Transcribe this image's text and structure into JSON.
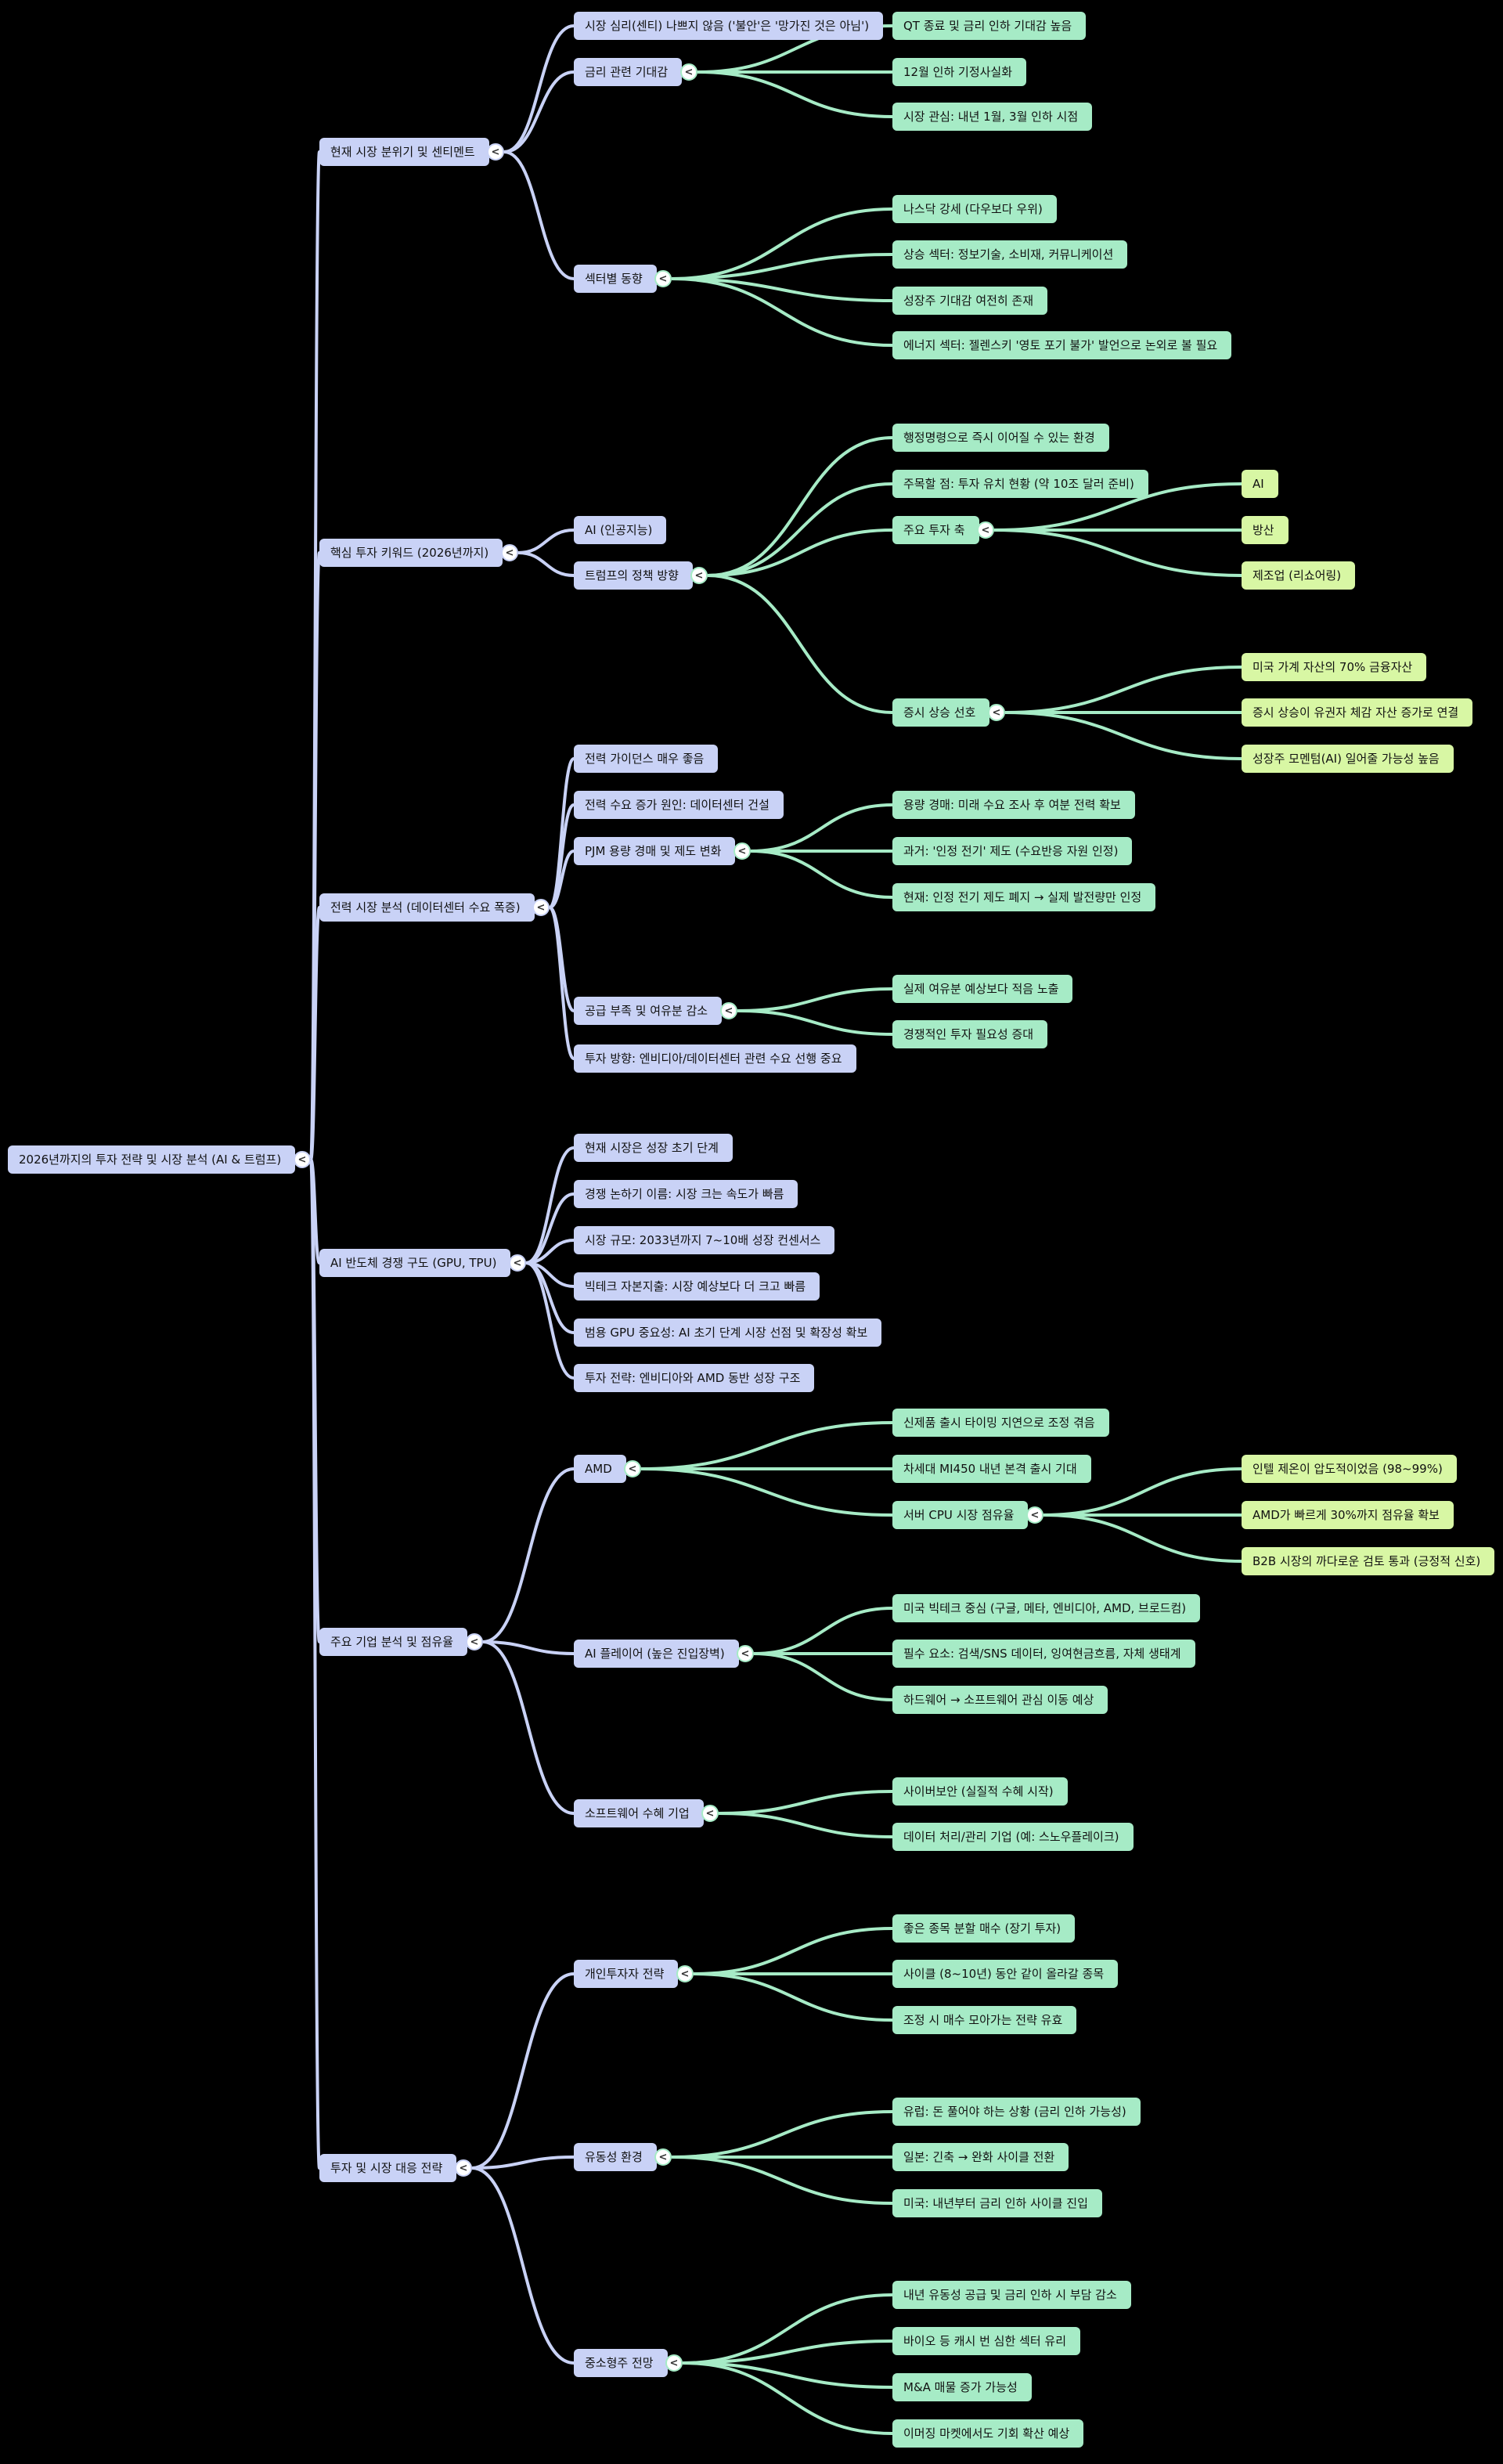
{
  "colors": {
    "background": "#000000",
    "branch_blue": "#c9d2f6",
    "branch_green": "#a6ebc6",
    "leaf_lime": "#d8f7a4"
  },
  "toggle_icon": "<",
  "mindmap": {
    "root": {
      "label": "2026년까지의 투자 전략 및 시장 분석 (AI & 트럼프)",
      "children": [
        {
          "label": "현재 시장 분위기 및 센티멘트",
          "children": [
            {
              "label": "시장 심리(센티) 나쁘지 않음 ('불안'은 '망가진 것은 아님')"
            },
            {
              "label": "금리 관련 기대감",
              "children": [
                {
                  "label": "QT 종료 및 금리 인하 기대감 높음"
                },
                {
                  "label": "12월 인하 기정사실화"
                },
                {
                  "label": "시장 관심: 내년 1월, 3월 인하 시점"
                }
              ]
            },
            {
              "label": "섹터별 동향",
              "children": [
                {
                  "label": "나스닥 강세 (다우보다 우위)"
                },
                {
                  "label": "상승 섹터: 정보기술, 소비재, 커뮤니케이션"
                },
                {
                  "label": "성장주 기대감 여전히 존재"
                },
                {
                  "label": "에너지 섹터: 젤렌스키 '영토 포기 불가' 발언으로 논외로 볼 필요"
                }
              ]
            }
          ]
        },
        {
          "label": "핵심 투자 키워드 (2026년까지)",
          "children": [
            {
              "label": "AI (인공지능)"
            },
            {
              "label": "트럼프의 정책 방향",
              "children": [
                {
                  "label": "행정명령으로 즉시 이어질 수 있는 환경"
                },
                {
                  "label": "주목할 점: 투자 유치 현황 (약 10조 달러 준비)"
                },
                {
                  "label": "주요 투자 축",
                  "children": [
                    {
                      "label": "AI"
                    },
                    {
                      "label": "방산"
                    },
                    {
                      "label": "제조업 (리쇼어링)"
                    }
                  ]
                },
                {
                  "label": "증시 상승 선호",
                  "children": [
                    {
                      "label": "미국 가계 자산의 70% 금융자산"
                    },
                    {
                      "label": "증시 상승이 유권자 체감 자산 증가로 연결"
                    },
                    {
                      "label": "성장주 모멘텀(AI) 일어줄 가능성 높음"
                    }
                  ]
                }
              ]
            }
          ]
        },
        {
          "label": "전력 시장 분석 (데이터센터 수요 폭증)",
          "children": [
            {
              "label": "전력 가이던스 매우 좋음"
            },
            {
              "label": "전력 수요 증가 원인: 데이터센터 건설"
            },
            {
              "label": "PJM 용량 경매 및 제도 변화",
              "children": [
                {
                  "label": "용량 경매: 미래 수요 조사 후 여분 전력 확보"
                },
                {
                  "label": "과거: '인정 전기' 제도 (수요반응 자원 인정)"
                },
                {
                  "label": "현재: 인정 전기 제도 폐지 → 실제 발전량만 인정"
                }
              ]
            },
            {
              "label": "공급 부족 및 여유분 감소",
              "children": [
                {
                  "label": "실제 여유분 예상보다 적음 노출"
                },
                {
                  "label": "경쟁적인 투자 필요성 증대"
                }
              ]
            },
            {
              "label": "투자 방향: 엔비디아/데이터센터 관련 수요 선행 중요"
            }
          ]
        },
        {
          "label": "AI 반도체 경쟁 구도 (GPU, TPU)",
          "children": [
            {
              "label": "현재 시장은 성장 초기 단계"
            },
            {
              "label": "경쟁 논하기 이름: 시장 크는 속도가 빠름"
            },
            {
              "label": "시장 규모: 2033년까지 7~10배 성장 컨센서스"
            },
            {
              "label": "빅테크 자본지출: 시장 예상보다 더 크고 빠름"
            },
            {
              "label": "범용 GPU 중요성: AI 초기 단계 시장 선점 및 확장성 확보"
            },
            {
              "label": "투자 전략: 엔비디아와 AMD 동반 성장 구조"
            }
          ]
        },
        {
          "label": "주요 기업 분석 및 점유율",
          "children": [
            {
              "label": "AMD",
              "children": [
                {
                  "label": "신제품 출시 타이밍 지연으로 조정 겪음"
                },
                {
                  "label": "차세대 MI450 내년 본격 출시 기대"
                },
                {
                  "label": "서버 CPU 시장 점유율",
                  "children": [
                    {
                      "label": "인텔 제온이 압도적이었음 (98~99%)"
                    },
                    {
                      "label": "AMD가 빠르게 30%까지 점유율 확보"
                    },
                    {
                      "label": "B2B 시장의 까다로운 검토 통과 (긍정적 신호)"
                    }
                  ]
                }
              ]
            },
            {
              "label": "AI 플레이어 (높은 진입장벽)",
              "children": [
                {
                  "label": "미국 빅테크 중심 (구글, 메타, 엔비디아, AMD, 브로드컴)"
                },
                {
                  "label": "필수 요소: 검색/SNS 데이터, 잉여현금흐름, 자체 생태계"
                },
                {
                  "label": "하드웨어 → 소프트웨어 관심 이동 예상"
                }
              ]
            },
            {
              "label": "소프트웨어 수혜 기업",
              "children": [
                {
                  "label": "사이버보안 (실질적 수혜 시작)"
                },
                {
                  "label": "데이터 처리/관리 기업 (예: 스노우플레이크)"
                }
              ]
            }
          ]
        },
        {
          "label": "투자 및 시장 대응 전략",
          "children": [
            {
              "label": "개인투자자 전략",
              "children": [
                {
                  "label": "좋은 종목 분할 매수 (장기 투자)"
                },
                {
                  "label": "사이클 (8~10년) 동안 같이 올라갈 종목"
                },
                {
                  "label": "조정 시 매수 모아가는 전략 유효"
                }
              ]
            },
            {
              "label": "유동성 환경",
              "children": [
                {
                  "label": "유럽: 돈 풀어야 하는 상황 (금리 인하 가능성)"
                },
                {
                  "label": "일본: 긴축 → 완화 사이클 전환"
                },
                {
                  "label": "미국: 내년부터 금리 인하 사이클 진입"
                }
              ]
            },
            {
              "label": "중소형주 전망",
              "children": [
                {
                  "label": "내년 유동성 공급 및 금리 인하 시 부담 감소"
                },
                {
                  "label": "바이오 등 캐시 번 심한 섹터 유리"
                },
                {
                  "label": "M&A 매물 증가 가능성"
                },
                {
                  "label": "이머징 마켓에서도 기회 확산 예상"
                }
              ]
            }
          ]
        }
      ]
    }
  }
}
